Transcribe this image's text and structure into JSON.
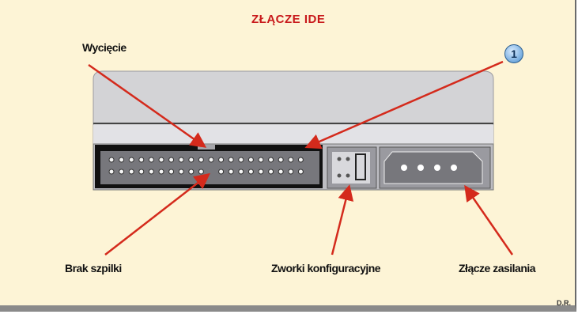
{
  "title": "ZŁĄCZE IDE",
  "labels": {
    "notch": "Wycięcie",
    "pin_one": "1",
    "missing_pin": "Brak szpilki",
    "jumpers": "Zworki konfiguracyjne",
    "power": "Złącze zasilania"
  },
  "credit": "D.R.",
  "colors": {
    "background": "#fdf4d6",
    "arrow": "#d42a1c",
    "drive": "#d3d3d6",
    "connector": "#6e6e73"
  }
}
